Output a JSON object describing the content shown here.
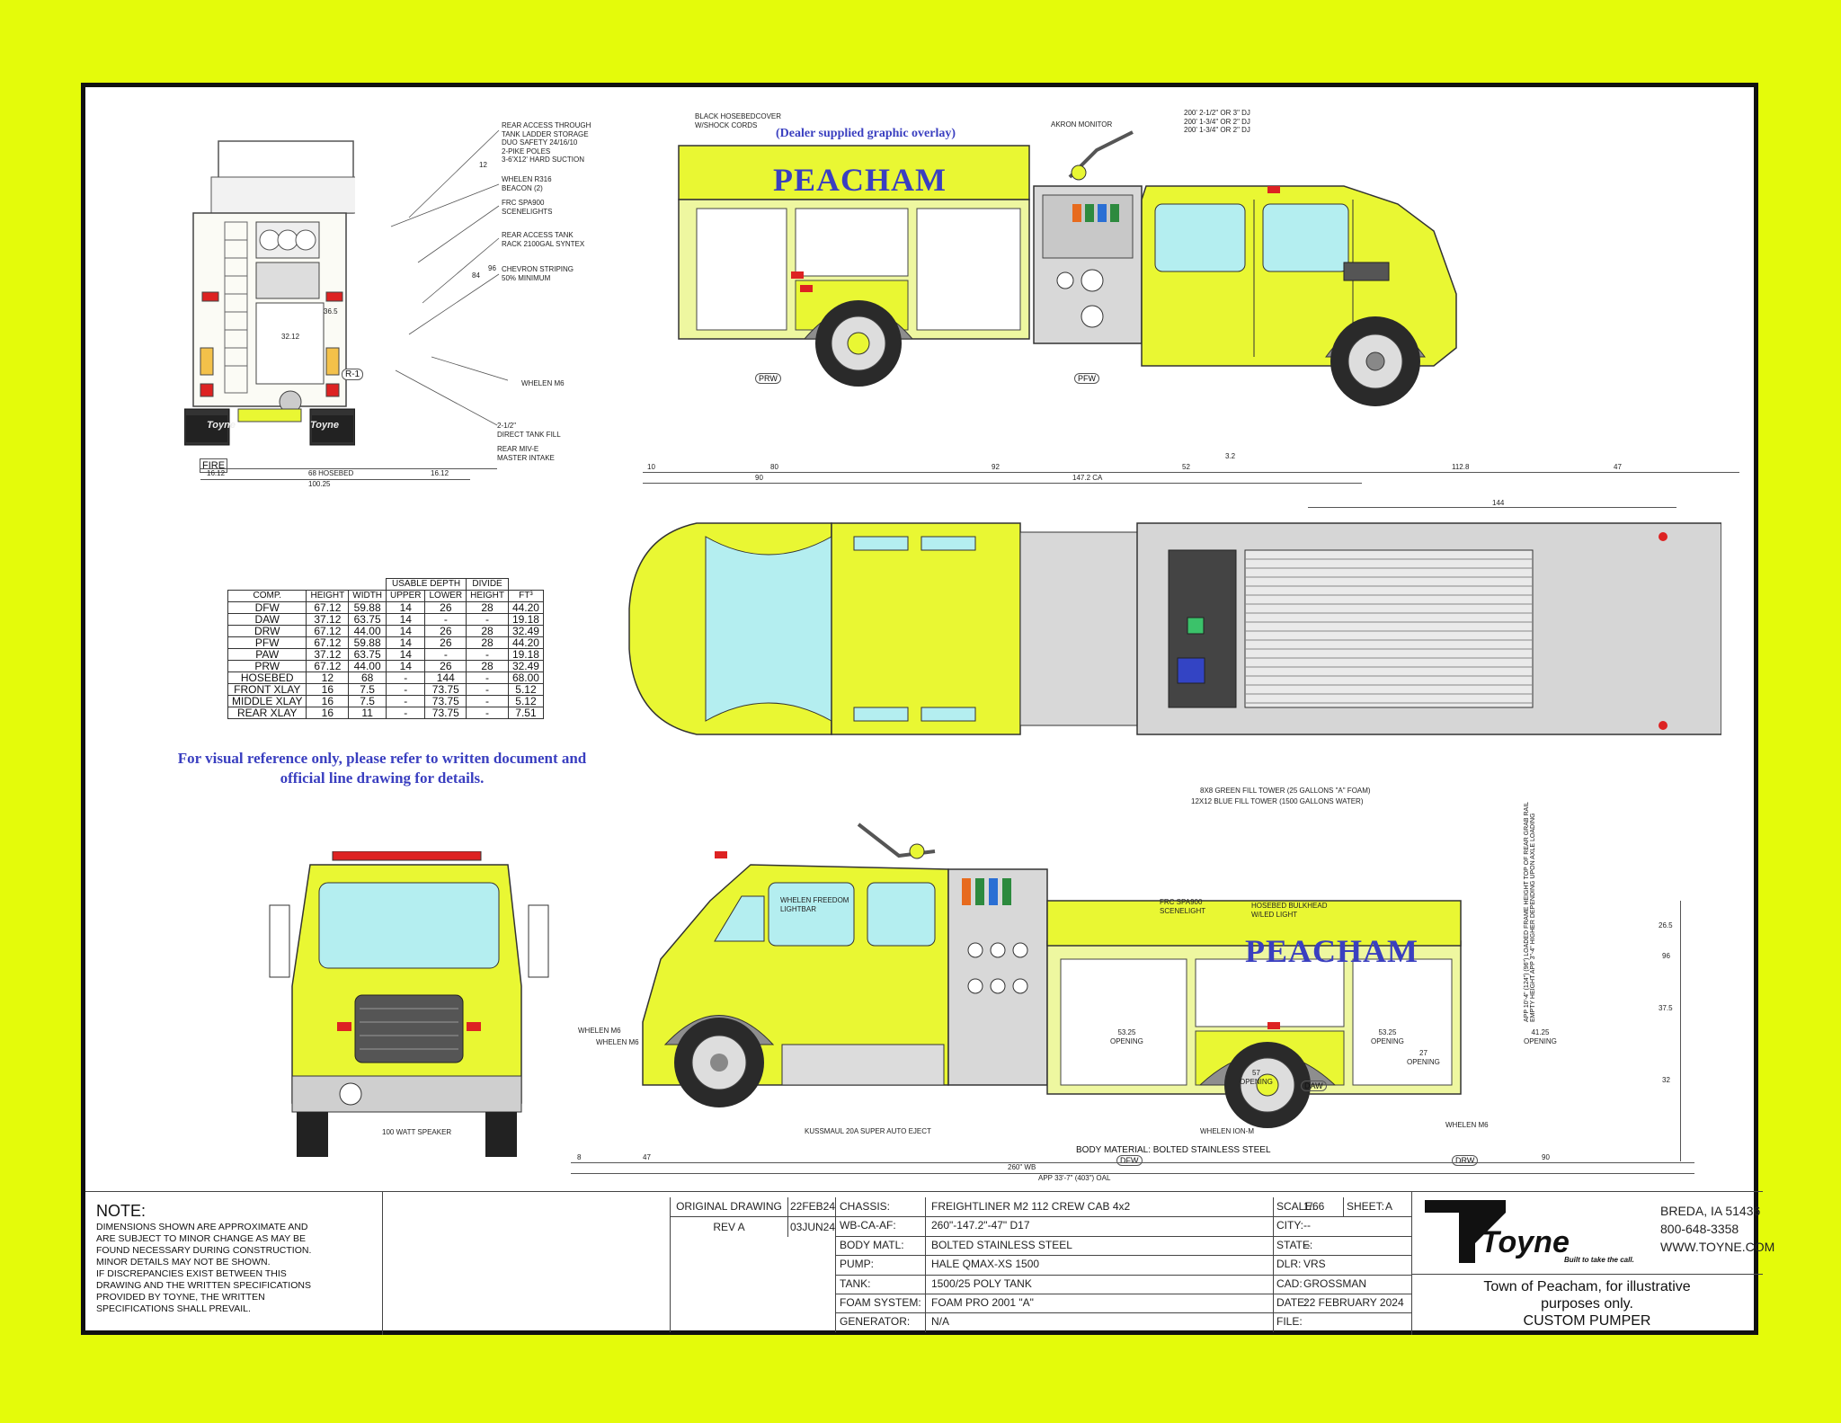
{
  "rear_view": {
    "notes": [
      "REAR ACCESS THROUGH",
      "TANK LADDER STORAGE",
      "DUO SAFETY 24/16/10",
      "2-PIKE POLES",
      "3-6'x12' HARD SUCTION"
    ],
    "beacon": [
      "WHELEN R316",
      "BEACON (2)"
    ],
    "scenelights": [
      "FRC SPA900",
      "SCENELIGHTS"
    ],
    "tank_rack": [
      "REAR ACCESS TANK",
      "RACK 2100GAL SYNTEX"
    ],
    "chevron": [
      "CHEVRON STRIPING",
      "50% MINIMUM"
    ],
    "whelen_m6": "WHELEN M6",
    "direct_fill": [
      "2-1/2\"",
      "DIRECT TANK FILL"
    ],
    "intake": [
      "REAR MIV-E",
      "MASTER INTAKE"
    ],
    "dims": {
      "d12": "12",
      "d84": "84",
      "d96": "96",
      "d365": "36.5",
      "d3212": "32.12",
      "left": "16.12",
      "hosebed": "68 HOSEBED",
      "right": "16.12",
      "overall": "100.25"
    },
    "fire_label": "FIRE",
    "r1": "R-1",
    "logo": "Toyne"
  },
  "side_view": {
    "hosebed_cover": [
      "BLACK HOSEBEDCOVER",
      "w/SHOCK CORDS"
    ],
    "graphic_note": "(Dealer supplied graphic overlay)",
    "name": "PEACHAM",
    "akron": "AKRON MONITOR",
    "crosslays": [
      "200' 2-1/2\" OR 3\" DJ",
      "200' 1-3/4\" OR 2\" DJ",
      "200' 1-3/4\" OR 2\" DJ"
    ],
    "prw": "PRW",
    "pfw": "PFW",
    "dims": {
      "a": "10",
      "b": "80",
      "c": "92",
      "d": "52",
      "e": "3.2",
      "f": "112.8",
      "g": "47",
      "h": "90",
      "ca": "147.2 CA"
    }
  },
  "top_view": {
    "dim_144": "144",
    "green_fill": "8x8 GREEN FILL TOWER (25 GALLONS \"A\" FOAM)",
    "blue_fill": "12x12 BLUE FILL TOWER (1500 GALLONS WATER)"
  },
  "comp_table": {
    "headers_top": [
      "USABLE DEPTH",
      "DIVIDE"
    ],
    "headers": [
      "COMP.",
      "HEIGHT",
      "WIDTH",
      "UPPER",
      "LOWER",
      "HEIGHT",
      "FT³"
    ],
    "rows": [
      [
        "DFW",
        "67.12",
        "59.88",
        "14",
        "26",
        "28",
        "44.20"
      ],
      [
        "DAW",
        "37.12",
        "63.75",
        "14",
        "-",
        "-",
        "19.18"
      ],
      [
        "DRW",
        "67.12",
        "44.00",
        "14",
        "26",
        "28",
        "32.49"
      ],
      [
        "PFW",
        "67.12",
        "59.88",
        "14",
        "26",
        "28",
        "44.20"
      ],
      [
        "PAW",
        "37.12",
        "63.75",
        "14",
        "-",
        "-",
        "19.18"
      ],
      [
        "PRW",
        "67.12",
        "44.00",
        "14",
        "26",
        "28",
        "32.49"
      ],
      [
        "HOSEBED",
        "12",
        "68",
        "-",
        "144",
        "-",
        "68.00"
      ],
      [
        "FRONT XLAY",
        "16",
        "7.5",
        "-",
        "73.75",
        "-",
        "5.12"
      ],
      [
        "MIDDLE XLAY",
        "16",
        "7.5",
        "-",
        "73.75",
        "-",
        "5.12"
      ],
      [
        "REAR XLAY",
        "16",
        "11",
        "-",
        "73.75",
        "-",
        "7.51"
      ]
    ]
  },
  "disclaimer": "For visual reference only, please refer to written document and official line drawing for details.",
  "front_view": {
    "speaker": "100 WATT SPEAKER"
  },
  "driver_side": {
    "lightbar": [
      "WHELEN FREEDOM",
      "LIGHTBAR"
    ],
    "whelen_m6a": "WHELEN M6",
    "whelen_m6b": "WHELEN M6",
    "frc": [
      "FRC SPA900",
      "SCENELIGHT"
    ],
    "hosebed_light": [
      "HOSEBED BULKHEAD",
      "w/LED LIGHT"
    ],
    "name": "PEACHAM",
    "openings": [
      [
        "53.25",
        "OPENING"
      ],
      [
        "57",
        "OPENING"
      ],
      [
        "53.25",
        "OPENING"
      ],
      [
        "27",
        "OPENING"
      ],
      [
        "41.25",
        "OPENING"
      ]
    ],
    "daw": "DAW",
    "dfw": "DFW",
    "drw": "DRW",
    "kussmaul": "KUSSMAUL 20A SUPER AUTO EJECT",
    "whelen_ion": "WHELEN ION-M",
    "whelen_m6c": "WHELEN M6",
    "body_material": "BODY MATERIAL: BOLTED STAINLESS STEEL",
    "dims": {
      "a": "8",
      "b": "47",
      "wb": "260\" WB",
      "c": "90",
      "oal": "APP 33'-7\" (403\") OAL",
      "h1": "26.5",
      "h2": "37.5",
      "h3": "96",
      "h4": "32"
    },
    "height_note": "APP 10'-4\" (124\") (96\") LOADED FRAME HEIGHT TOP OF REAR GRAB RAIL",
    "height_note2": "EMPTY HEIGHT APP 3\"-4\" HIGHER DEPENDING UPON AXLE LOADING"
  },
  "note": {
    "title": "NOTE:",
    "lines": [
      "DIMENSIONS SHOWN ARE APPROXIMATE AND",
      "ARE SUBJECT TO MINOR CHANGE AS MAY BE",
      "FOUND NECESSARY DURING CONSTRUCTION.",
      "MINOR DETAILS MAY NOT BE SHOWN.",
      "IF DISCREPANCIES EXIST BETWEEN THIS",
      "DRAWING AND THE WRITTEN SPECIFICATIONS",
      "PROVIDED BY TOYNE, THE WRITTEN",
      "SPECIFICATIONS SHALL PREVAIL."
    ]
  },
  "revisions": [
    {
      "label": "ORIGINAL DRAWING",
      "date": "22FEB24"
    },
    {
      "label": "REV A",
      "date": "03JUN24"
    }
  ],
  "specs": [
    {
      "k": "CHASSIS:",
      "v": "FREIGHTLINER M2 112 CREW CAB 4x2"
    },
    {
      "k": "WB-CA-AF:",
      "v": "260\"-147.2\"-47\"  D17"
    },
    {
      "k": "BODY MATL:",
      "v": "BOLTED STAINLESS STEEL"
    },
    {
      "k": "PUMP:",
      "v": "HALE QMAX-XS 1500"
    },
    {
      "k": "TANK:",
      "v": "1500/25 POLY TANK"
    },
    {
      "k": "FOAM SYSTEM:",
      "v": "FOAM PRO 2001 \"A\""
    },
    {
      "k": "GENERATOR:",
      "v": "N/A"
    }
  ],
  "meta": [
    {
      "k": "SCALE:",
      "v": "1/66",
      "k2": "SHEET:",
      "v2": "A"
    },
    {
      "k": "CITY:",
      "v": "--"
    },
    {
      "k": "STATE:",
      "v": "--"
    },
    {
      "k": "DLR:",
      "v": "VRS"
    },
    {
      "k": "CAD:",
      "v": "GROSSMAN"
    },
    {
      "k": "DATE:",
      "v": "22 FEBRUARY 2024"
    },
    {
      "k": "FILE:",
      "v": ""
    }
  ],
  "company": {
    "logo": "Toyne",
    "tagline": "Built to take the call.",
    "city": "BREDA, IA 51436",
    "phone": "800-648-3358",
    "web": "WWW.TOYNE.COM"
  },
  "customer": {
    "line1": "Town of Peacham, for illustrative",
    "line2": "purposes only.",
    "line3": "CUSTOM PUMPER"
  },
  "colors": {
    "background": "#e4fb0a",
    "truck_yellow": "#e9f733",
    "lettering": "#3a3fc0"
  }
}
